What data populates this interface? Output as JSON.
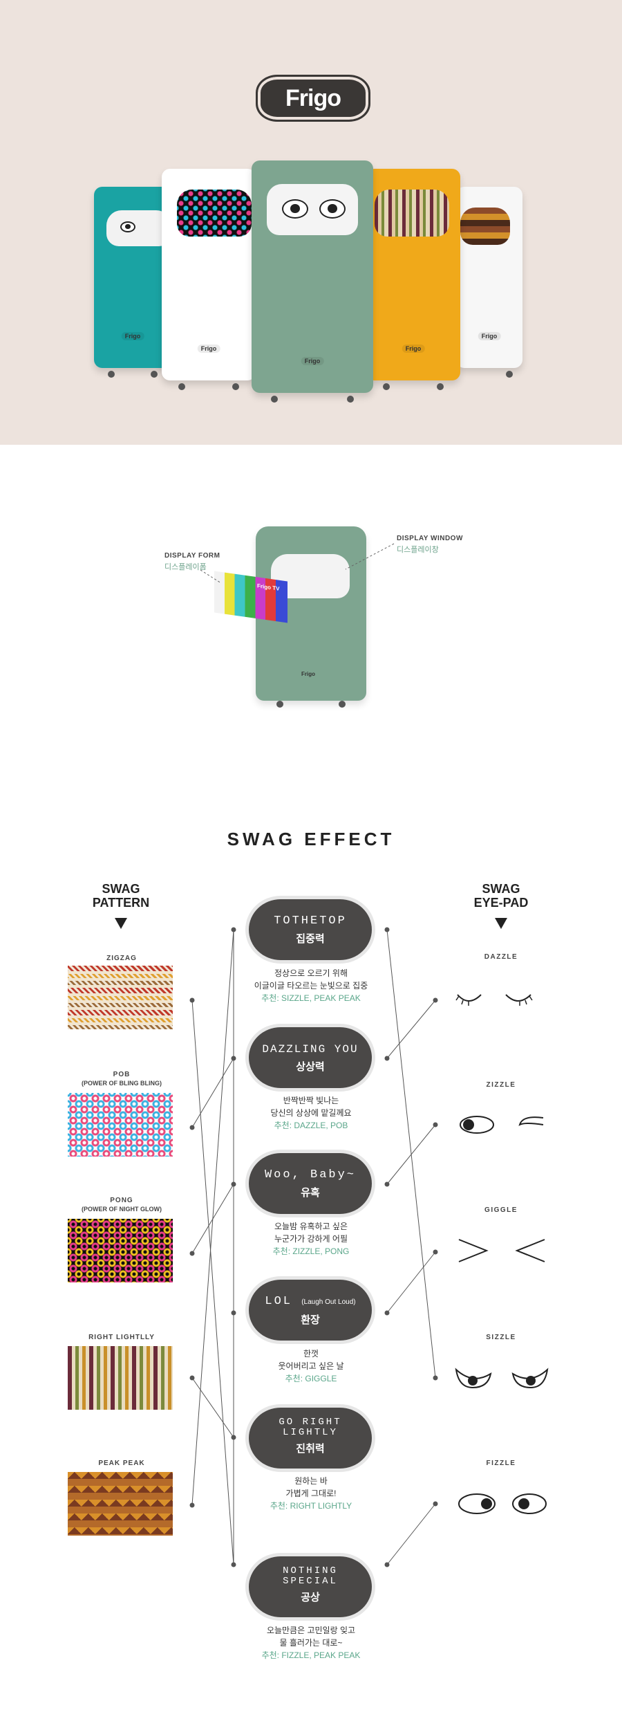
{
  "brand": {
    "logo": "Frigo",
    "fridge_badge": "Frigo",
    "tv_label": "Frigo TV"
  },
  "colors": {
    "hero_bg": "#ede3dd",
    "accent_green": "#6ea38c",
    "pill_bg": "#4a4847"
  },
  "display": {
    "form_label": "DISPLAY FORM",
    "form_label_kr": "디스플레이폼",
    "window_label": "DISPLAY WINDOW",
    "window_label_kr": "디스플레이창"
  },
  "swag": {
    "title": "SWAG EFFECT",
    "pattern_head_1": "SWAG",
    "pattern_head_2": "PATTERN",
    "eyepad_head_1": "SWAG",
    "eyepad_head_2": "EYE-PAD",
    "patterns": [
      {
        "name": "ZIGZAG",
        "sub": ""
      },
      {
        "name": "POB",
        "sub": "(POWER OF BLING BLING)"
      },
      {
        "name": "PONG",
        "sub": "(POWER OF NIGHT GLOW)"
      },
      {
        "name": "RIGHT LIGHTLLY",
        "sub": ""
      },
      {
        "name": "PEAK PEAK",
        "sub": ""
      }
    ],
    "effects": [
      {
        "en": "TOTHETOP",
        "en_small": "",
        "ko": "집중력",
        "desc1": "정상으로 오르기 위해",
        "desc2": "이글이글 타오르는 눈빛으로 집중",
        "rec": "추천: SIZZLE, PEAK PEAK"
      },
      {
        "en": "DAZZLING YOU",
        "en_small": "",
        "ko": "상상력",
        "desc1": "반짝반짝 빛나는",
        "desc2": "당신의 상상에 맡길께요",
        "rec": "추천: DAZZLE, POB"
      },
      {
        "en": "Woo, Baby~",
        "en_small": "",
        "ko": "유혹",
        "desc1": "오늘밤 유혹하고 싶은",
        "desc2": "누군가가 강하게 어필",
        "rec": "추천: ZIZZLE, PONG"
      },
      {
        "en": "LOL",
        "en_small": "(Laugh Out Loud)",
        "ko": "환장",
        "desc1": "한껏",
        "desc2": "웃어버리고 싶은 날",
        "rec": "추천: GIGGLE"
      },
      {
        "en": "GO RIGHT LIGHTLY",
        "en_small": "",
        "ko": "진취력",
        "desc1": "원하는 바",
        "desc2": "가볍게 그대로!",
        "rec": "추천: RIGHT LIGHTLY"
      },
      {
        "en": "NOTHING SPECIAL",
        "en_small": "",
        "ko": "공상",
        "desc1": "오늘만큼은 고민일랑 잊고",
        "desc2": "물 흘러가는 대로~",
        "rec": "추천: FIZZLE, PEAK PEAK"
      }
    ],
    "eyepads": [
      {
        "name": "DAZZLE",
        "icon": "closed-eyes-icon"
      },
      {
        "name": "ZIZZLE",
        "icon": "wink-eyes-icon"
      },
      {
        "name": "GIGGLE",
        "icon": "squint-eyes-icon"
      },
      {
        "name": "SIZZLE",
        "icon": "angry-eyes-icon"
      },
      {
        "name": "FIZZLE",
        "icon": "side-glance-eyes-icon"
      }
    ]
  }
}
